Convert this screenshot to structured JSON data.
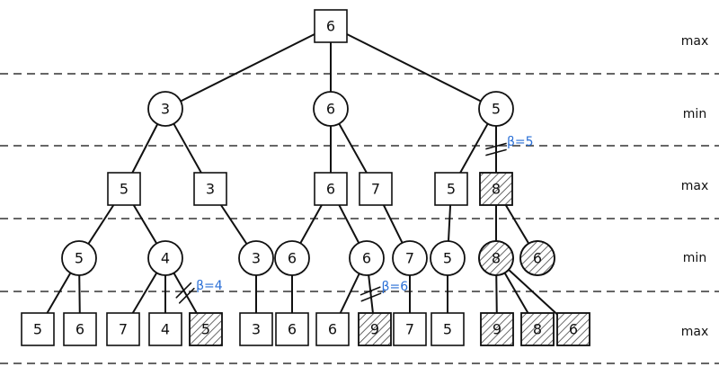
{
  "levels": [
    "max",
    "min",
    "max",
    "min",
    "max"
  ],
  "nodes": [
    {
      "id": "root",
      "shape": "square",
      "value": "6",
      "pruned": false
    },
    {
      "id": "a",
      "shape": "circle",
      "value": "3",
      "pruned": false
    },
    {
      "id": "b",
      "shape": "circle",
      "value": "6",
      "pruned": false
    },
    {
      "id": "c",
      "shape": "circle",
      "value": "5",
      "pruned": false
    },
    {
      "id": "a1",
      "shape": "square",
      "value": "5",
      "pruned": false
    },
    {
      "id": "a2",
      "shape": "square",
      "value": "3",
      "pruned": false
    },
    {
      "id": "b1",
      "shape": "square",
      "value": "6",
      "pruned": false
    },
    {
      "id": "b2",
      "shape": "square",
      "value": "7",
      "pruned": false
    },
    {
      "id": "c1",
      "shape": "square",
      "value": "5",
      "pruned": false
    },
    {
      "id": "c2",
      "shape": "square",
      "value": "8",
      "pruned": true
    },
    {
      "id": "a1a",
      "shape": "circle",
      "value": "5",
      "pruned": false
    },
    {
      "id": "a1b",
      "shape": "circle",
      "value": "4",
      "pruned": false
    },
    {
      "id": "a2a",
      "shape": "circle",
      "value": "3",
      "pruned": false
    },
    {
      "id": "b1a",
      "shape": "circle",
      "value": "6",
      "pruned": false
    },
    {
      "id": "b1b",
      "shape": "circle",
      "value": "6",
      "pruned": false
    },
    {
      "id": "b2a",
      "shape": "circle",
      "value": "7",
      "pruned": false
    },
    {
      "id": "c1a",
      "shape": "circle",
      "value": "5",
      "pruned": false
    },
    {
      "id": "c2a",
      "shape": "circle",
      "value": "8",
      "pruned": true
    },
    {
      "id": "c2b",
      "shape": "circle",
      "value": "6",
      "pruned": true
    },
    {
      "id": "l1",
      "shape": "square",
      "value": "5",
      "pruned": false
    },
    {
      "id": "l2",
      "shape": "square",
      "value": "6",
      "pruned": false
    },
    {
      "id": "l3",
      "shape": "square",
      "value": "7",
      "pruned": false
    },
    {
      "id": "l4",
      "shape": "square",
      "value": "4",
      "pruned": false
    },
    {
      "id": "l5",
      "shape": "square",
      "value": "5",
      "pruned": true
    },
    {
      "id": "l6",
      "shape": "square",
      "value": "3",
      "pruned": false
    },
    {
      "id": "l7",
      "shape": "square",
      "value": "6",
      "pruned": false
    },
    {
      "id": "l8",
      "shape": "square",
      "value": "6",
      "pruned": false
    },
    {
      "id": "l9",
      "shape": "square",
      "value": "9",
      "pruned": true
    },
    {
      "id": "l10",
      "shape": "square",
      "value": "7",
      "pruned": false
    },
    {
      "id": "l11",
      "shape": "square",
      "value": "5",
      "pruned": false
    },
    {
      "id": "l12",
      "shape": "square",
      "value": "9",
      "pruned": true
    },
    {
      "id": "l13",
      "shape": "square",
      "value": "8",
      "pruned": true
    },
    {
      "id": "l14",
      "shape": "square",
      "value": "6",
      "pruned": true
    }
  ],
  "edges": [
    [
      "root",
      "a"
    ],
    [
      "root",
      "b"
    ],
    [
      "root",
      "c"
    ],
    [
      "a",
      "a1"
    ],
    [
      "a",
      "a2"
    ],
    [
      "b",
      "b1"
    ],
    [
      "b",
      "b2"
    ],
    [
      "c",
      "c1"
    ],
    [
      "c",
      "c2"
    ],
    [
      "a1",
      "a1a"
    ],
    [
      "a1",
      "a1b"
    ],
    [
      "a2",
      "a2a"
    ],
    [
      "b1",
      "b1a"
    ],
    [
      "b1",
      "b1b"
    ],
    [
      "b2",
      "b2a"
    ],
    [
      "c1",
      "c1a"
    ],
    [
      "c2",
      "c2a"
    ],
    [
      "c2",
      "c2b"
    ],
    [
      "a1a",
      "l1"
    ],
    [
      "a1a",
      "l2"
    ],
    [
      "a1b",
      "l3"
    ],
    [
      "a1b",
      "l4"
    ],
    [
      "a1b",
      "l5"
    ],
    [
      "a2a",
      "l6"
    ],
    [
      "b1a",
      "l7"
    ],
    [
      "b1b",
      "l8"
    ],
    [
      "b1b",
      "l9"
    ],
    [
      "b2a",
      "l10"
    ],
    [
      "c1a",
      "l11"
    ],
    [
      "c2a",
      "l12"
    ],
    [
      "c2a",
      "l13"
    ],
    [
      "c2a",
      "l14"
    ]
  ],
  "cuts": [
    {
      "edge": [
        "c",
        "c2"
      ],
      "label": "β=5"
    },
    {
      "edge": [
        "a1b",
        "l5"
      ],
      "label": "β=4"
    },
    {
      "edge": [
        "b1b",
        "l9"
      ],
      "label": "β=6"
    }
  ],
  "colors": {
    "ink": "#111111",
    "dash": "#333333",
    "beta": "#2a6fd6",
    "hatch": "#444444"
  }
}
